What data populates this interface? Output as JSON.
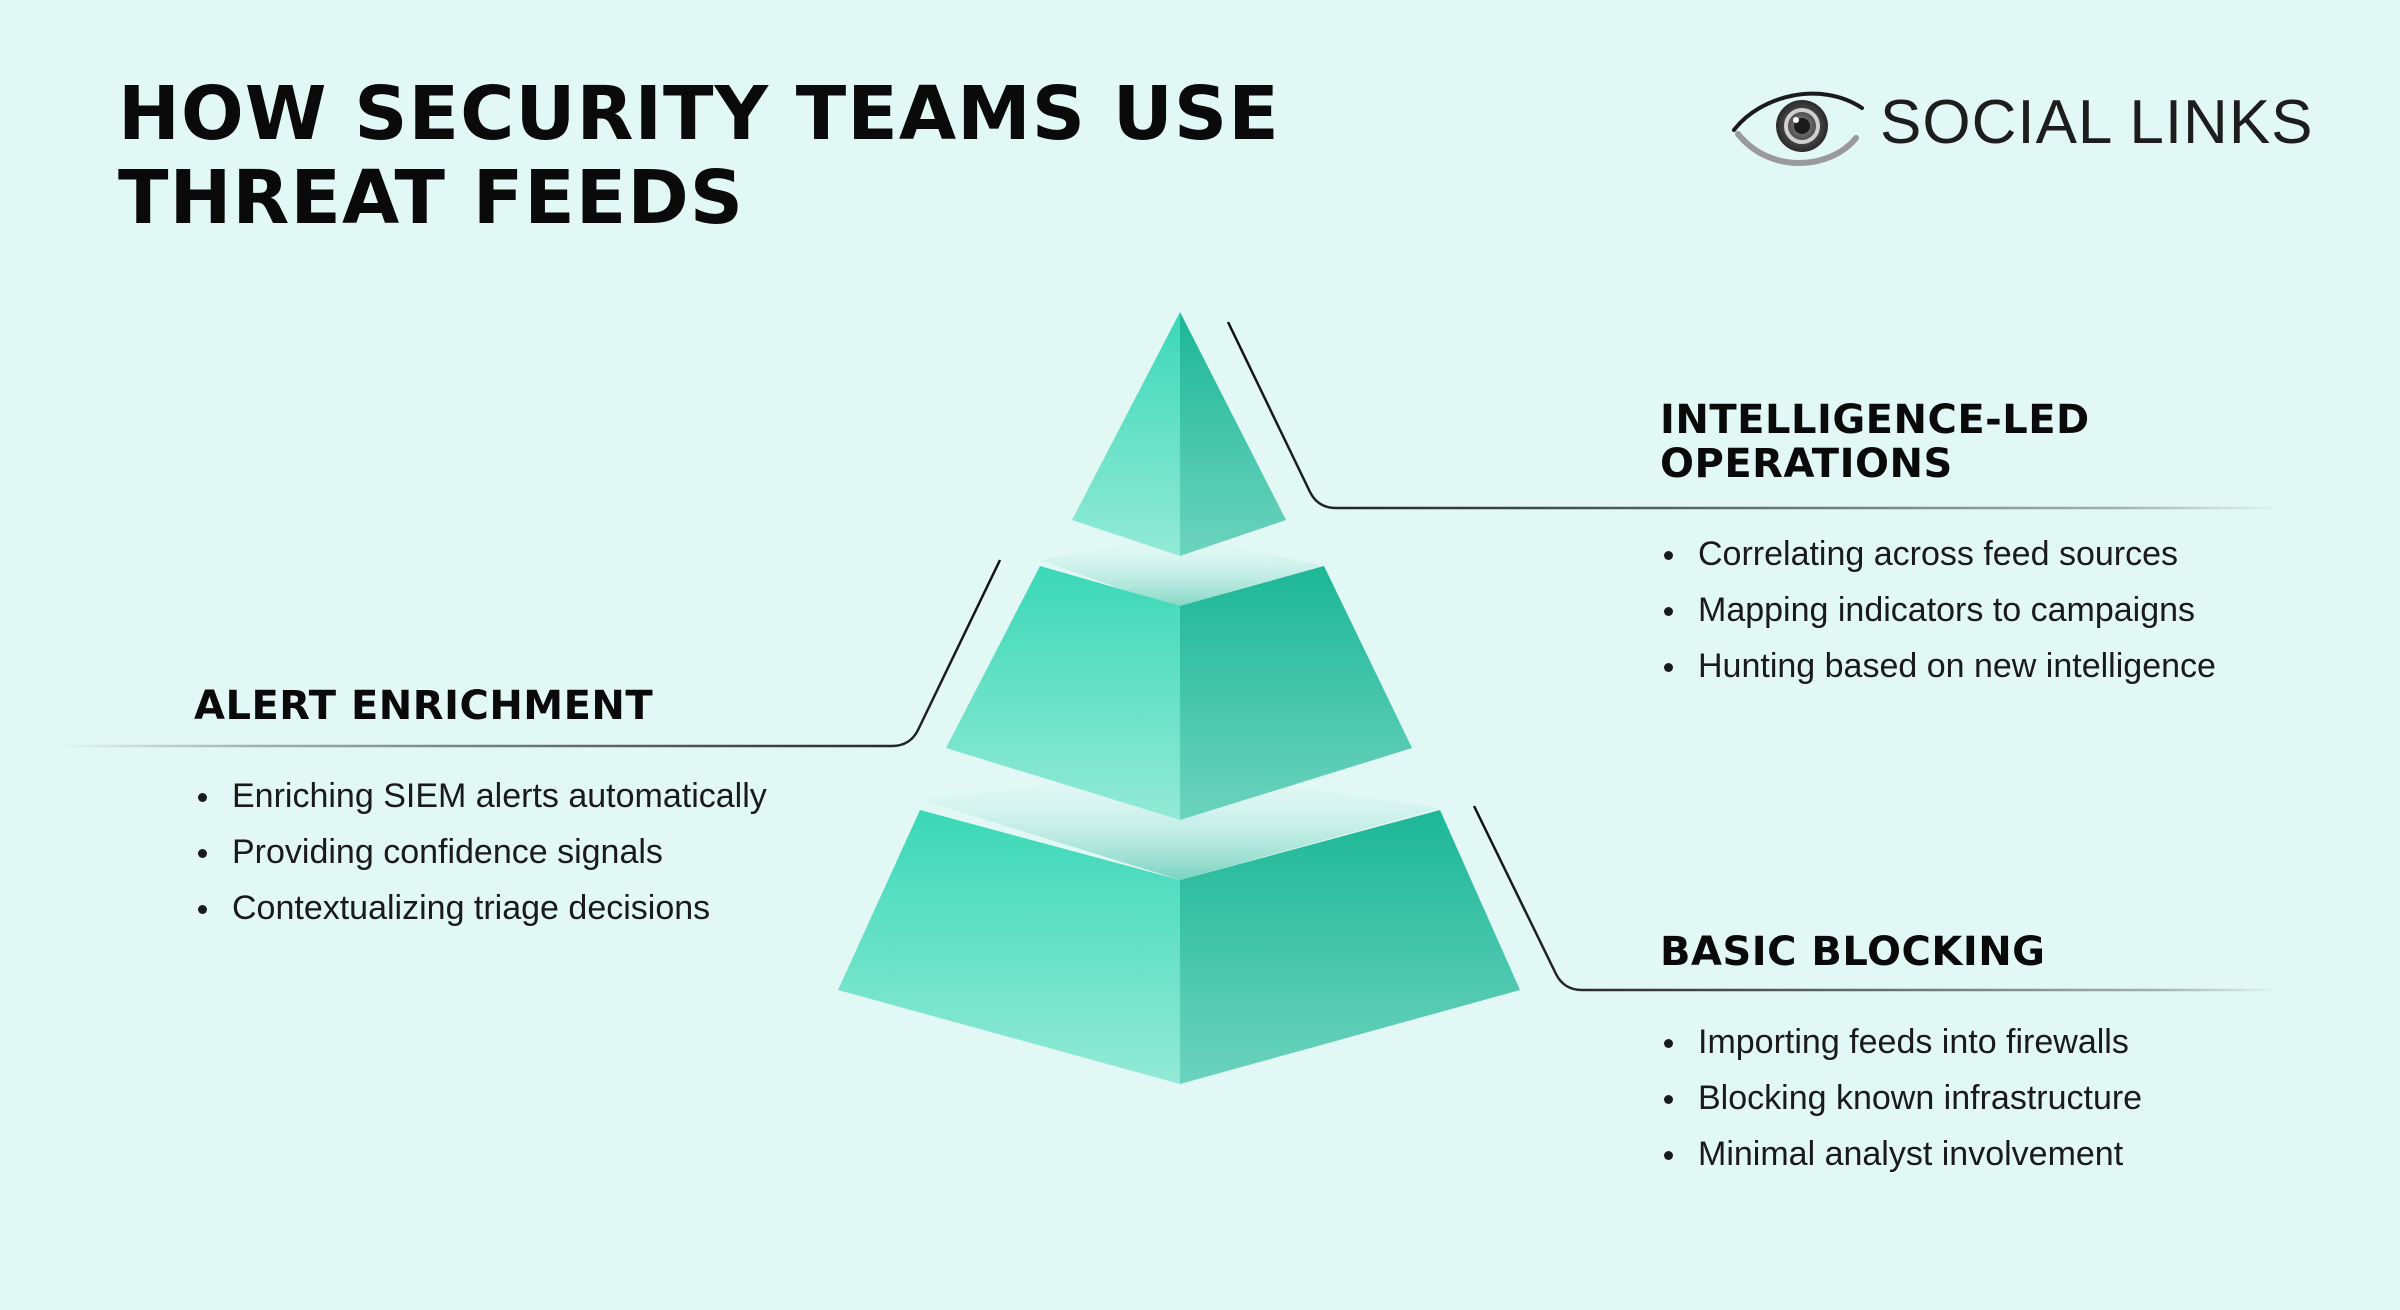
{
  "title": {
    "line1": "HOW SECURITY TEAMS USE",
    "line2": "THREAT FEEDS"
  },
  "logo": {
    "text": "SOCIAL LINKS",
    "icon": "eye-logo-icon"
  },
  "tiers": {
    "top": {
      "title_line1": "INTELLIGENCE-LED",
      "title_line2": "OPERATIONS",
      "items": [
        "Correlating across feed sources",
        "Mapping indicators to campaigns",
        "Hunting based on new intelligence"
      ]
    },
    "middle": {
      "title": "ALERT ENRICHMENT",
      "items": [
        "Enriching SIEM alerts automatically",
        "Providing confidence signals",
        "Contextualizing triage decisions"
      ]
    },
    "bottom": {
      "title": "BASIC BLOCKING",
      "items": [
        "Importing feeds into firewalls",
        "Blocking known infrastructure",
        "Minimal analyst involvement"
      ]
    }
  },
  "colors": {
    "background": "#e1f8f4",
    "pyramid_light": "#3fd9b8",
    "pyramid_dark": "#1fb89a",
    "text": "#0a0a0a"
  }
}
